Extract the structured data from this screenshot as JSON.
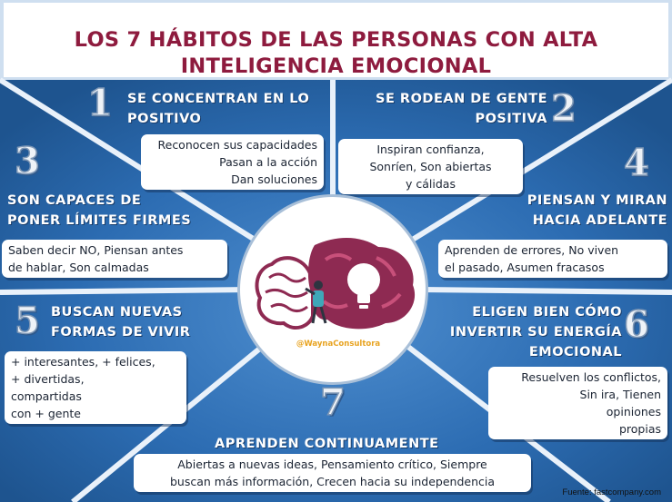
{
  "title": {
    "line1": "LOS 7 HÁBITOS DE LAS PERSONAS CON ALTA",
    "line2": "INTELIGENCIA EMOCIONAL"
  },
  "habits": [
    {
      "number": "1",
      "heading": [
        "SE CONCENTRAN EN LO",
        "POSITIVO"
      ],
      "details": [
        "Reconocen sus capacidades",
        "Pasan a la acción",
        "Dan soluciones"
      ]
    },
    {
      "number": "2",
      "heading": [
        "SE RODEAN DE GENTE",
        "POSITIVA"
      ],
      "details": [
        "Inspiran confianza,",
        "Sonríen, Son abiertas",
        "y cálidas"
      ]
    },
    {
      "number": "3",
      "heading": [
        "SON CAPACES DE",
        "PONER LÍMITES FIRMES"
      ],
      "details": [
        "Saben decir NO, Piensan antes",
        "de hablar, Son calmadas"
      ]
    },
    {
      "number": "4",
      "heading": [
        "PIENSAN Y MIRAN",
        "HACIA ADELANTE"
      ],
      "details": [
        "Aprenden de errores, No viven",
        "el pasado, Asumen fracasos"
      ]
    },
    {
      "number": "5",
      "heading": [
        "BUSCAN NUEVAS",
        "FORMAS DE VIVIR"
      ],
      "details": [
        "+ interesantes, + felices,",
        "+ divertidas,",
        "compartidas",
        "con + gente"
      ]
    },
    {
      "number": "6",
      "heading": [
        "ELIGEN BIEN CÓMO",
        "INVERTIR SU ENERGÍA",
        "EMOCIONAL"
      ],
      "details": [
        "Resuelven los conflictos,",
        "Sin ira, Tienen",
        "opiniones",
        "propias"
      ]
    },
    {
      "number": "7",
      "heading": [
        "APRENDEN CONTINUAMENTE"
      ],
      "details": [
        "Abiertas a nuevas ideas, Pensamiento crítico, Siempre",
        "buscan más información, Crecen hacia su independencia"
      ]
    }
  ],
  "credit": "@WaynaConsultora",
  "source": "Fuente: fastcompany.com",
  "icons": [
    "brain-icon",
    "lightbulb-icon",
    "person-icon"
  ],
  "colors": {
    "title": "#8e1b3e",
    "background_blue": "#2a6bb0",
    "brain": "#8e2a52",
    "credit": "#e8a320"
  }
}
